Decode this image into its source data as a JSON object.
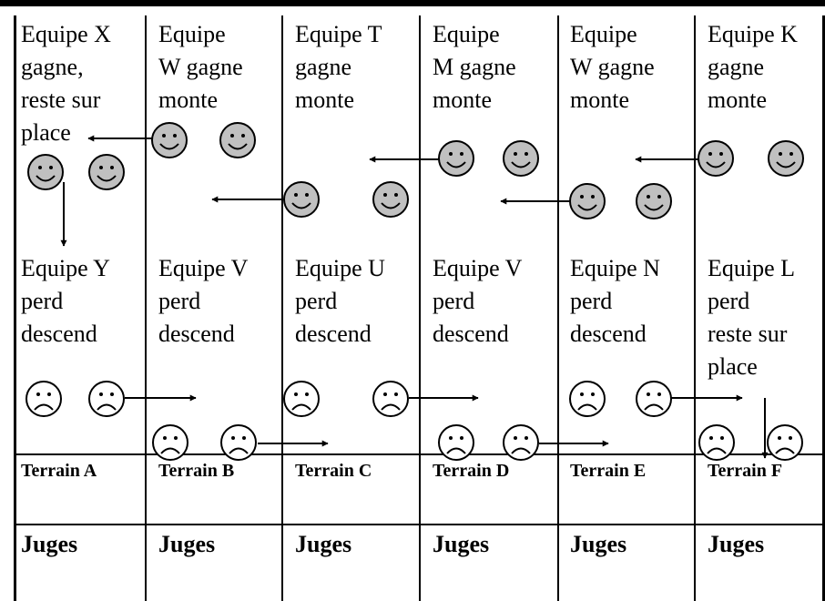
{
  "columns": [
    {
      "winner": "Equipe X\ngagne,\nreste sur\nplace",
      "loser": "Equipe Y\nperd\ndescend",
      "terrain": "Terrain A",
      "juges": "Juges"
    },
    {
      "winner": "Equipe\nW gagne\nmonte",
      "loser": "Equipe V\nperd\ndescend",
      "terrain": "Terrain B",
      "juges": "Juges"
    },
    {
      "winner": "Equipe T\ngagne\nmonte",
      "loser": "Equipe U\nperd\ndescend",
      "terrain": "Terrain C",
      "juges": "Juges"
    },
    {
      "winner": "Equipe\nM gagne\nmonte",
      "loser": "Equipe V\nperd\ndescend",
      "terrain": "Terrain D",
      "juges": "Juges"
    },
    {
      "winner": "Equipe\nW gagne\nmonte",
      "loser": "Equipe N\nperd\ndescend",
      "terrain": "Terrain E",
      "juges": "Juges"
    },
    {
      "winner": "Equipe K\ngagne\nmonte",
      "loser": "Equipe L\nperd\nreste sur\nplace",
      "terrain": "Terrain F",
      "juges": "Juges"
    }
  ],
  "colors": {
    "happy_face_fill": "#c0c0c0",
    "sad_face_fill": "#ffffff",
    "line": "#000000"
  },
  "icons": {
    "winner_icon": "smiley-face-icon",
    "loser_icon": "sad-face-icon",
    "movement_icon": "arrow-icon"
  }
}
